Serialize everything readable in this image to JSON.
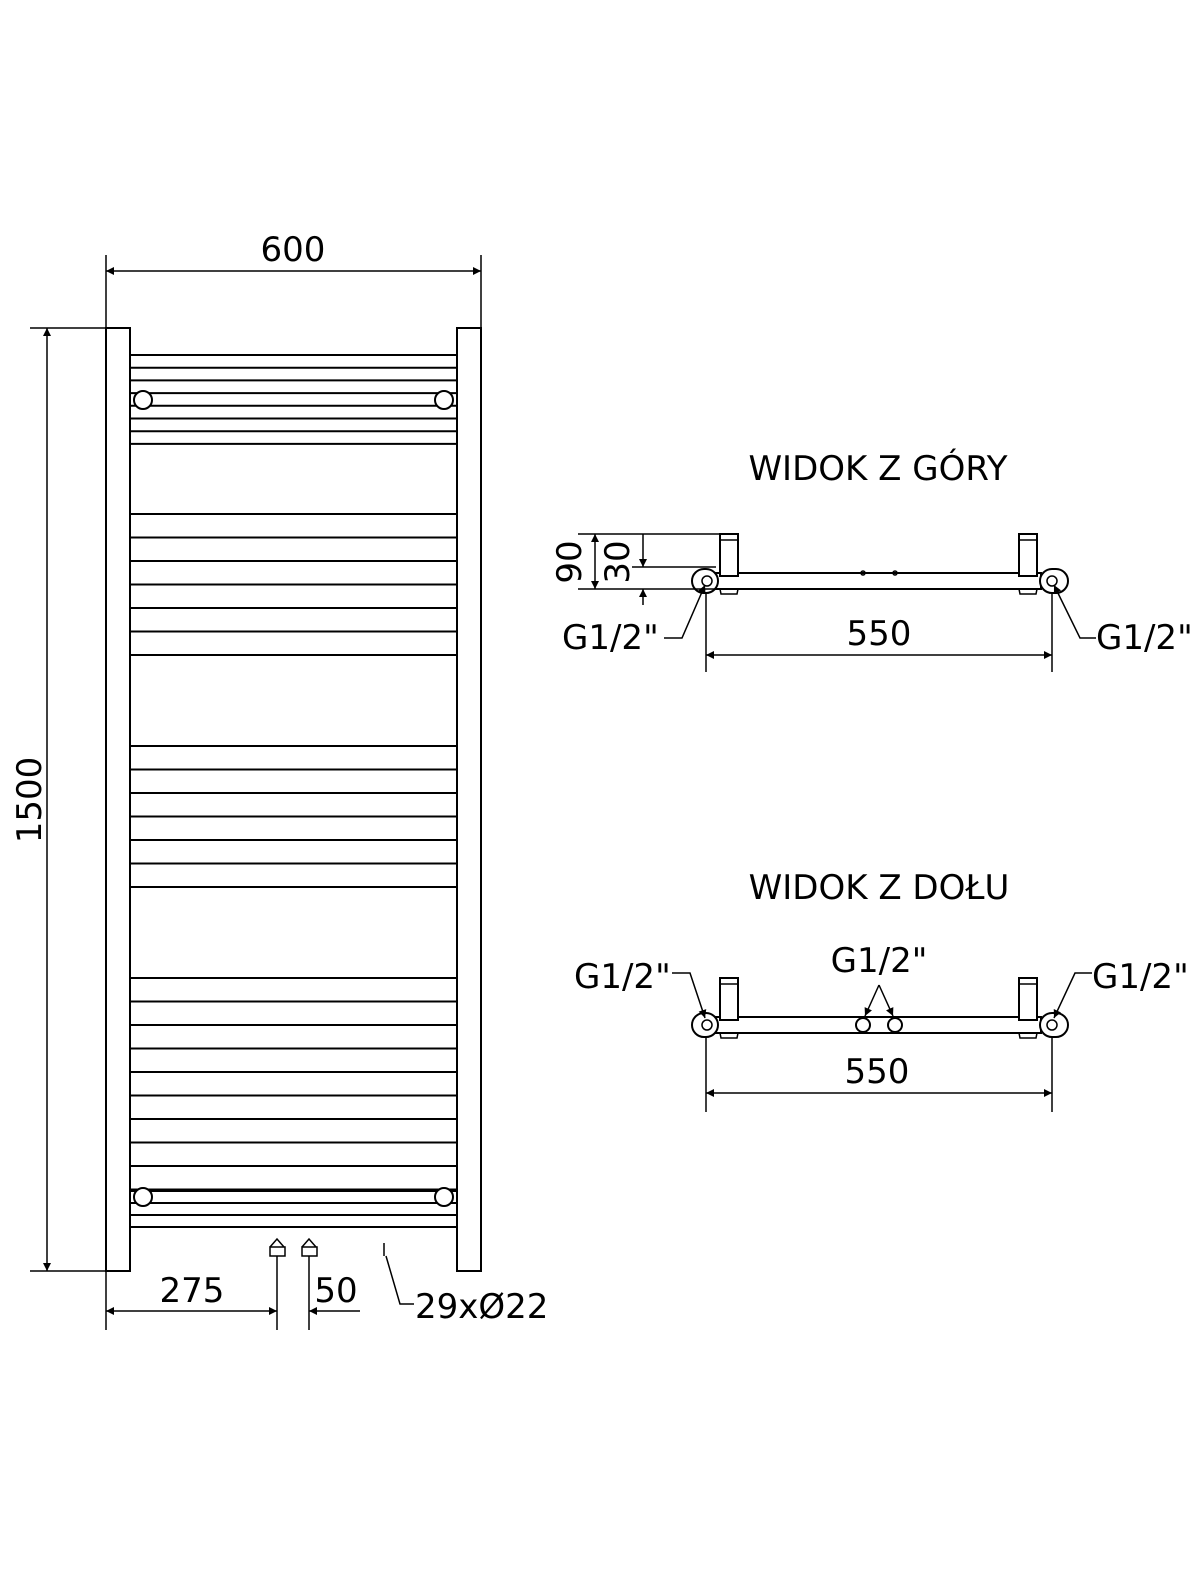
{
  "front_view": {
    "width_label": "600",
    "height_label": "1500",
    "left_offset_label": "275",
    "spacing_label": "50",
    "tubes_label": "29xØ22"
  },
  "top_view": {
    "title": "WIDOK Z GÓRY",
    "depth_label": "90",
    "offset_label": "30",
    "connector_left": "G1/2\"",
    "connector_right": "G1/2\"",
    "width_label": "550"
  },
  "bottom_view": {
    "title": "WIDOK Z DOŁU",
    "connector_left": "G1/2\"",
    "connector_center": "G1/2\"",
    "connector_right": "G1/2\"",
    "width_label": "550"
  }
}
